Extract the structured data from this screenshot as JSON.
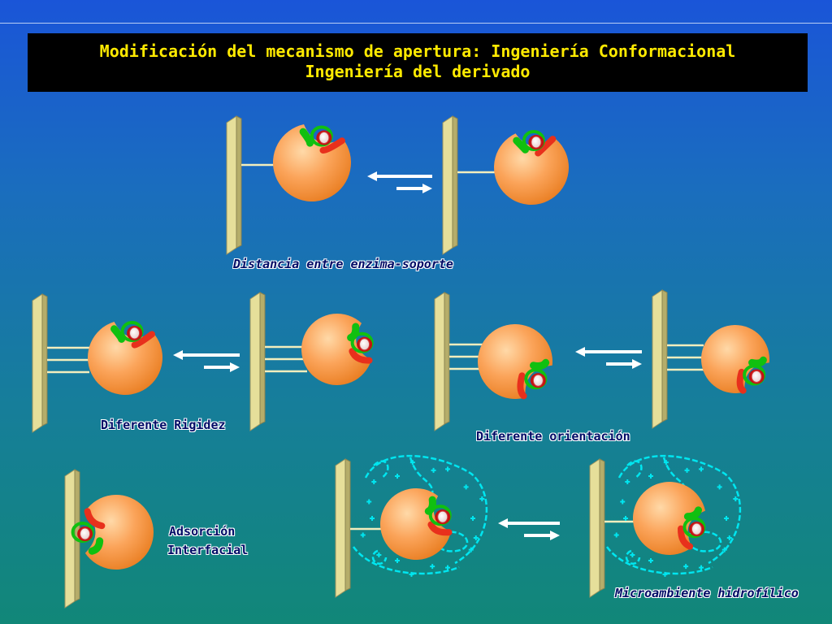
{
  "title": {
    "line1": "Modificación del mecanismo de apertura: Ingeniería Conformacional",
    "line2": "Ingeniería del derivado"
  },
  "captions": {
    "distance": "Distancia entre enzima-soporte",
    "rigidity": "Diferente Rigidez",
    "orientation": "Diferente orientación",
    "adsorption_line1": "Adsorción",
    "adsorption_line2": "Interfacial",
    "microenvironment": "Microambiente hidrofílico"
  },
  "colors": {
    "title_text": "#ffea00",
    "caption_text": "#000b66",
    "enzyme": "#f79a3d",
    "lid_green": "#10c010",
    "lid_red": "#e8301c",
    "support": "#e6df9a",
    "polymer": "#00e6f0"
  }
}
